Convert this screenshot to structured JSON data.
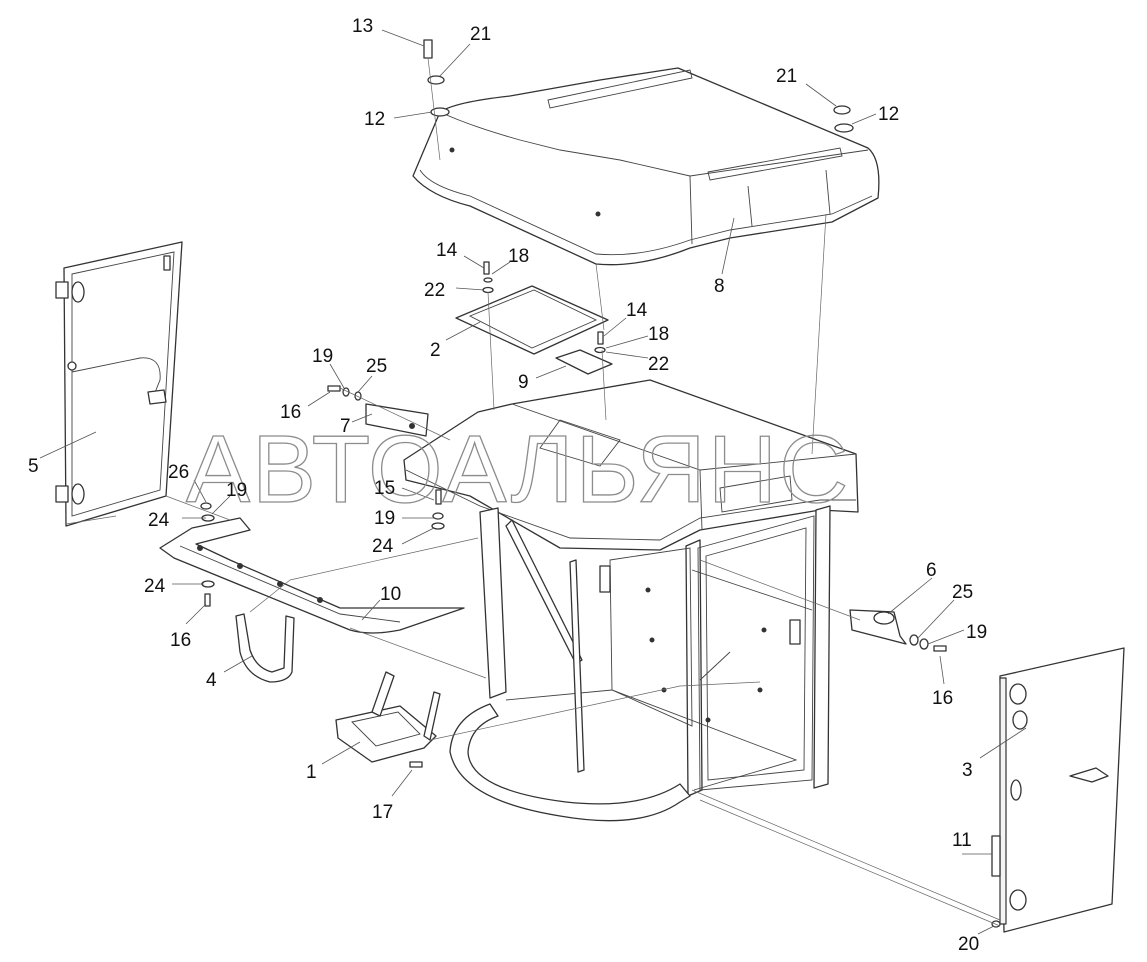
{
  "watermark": "АВТОАЛЬЯНС",
  "callouts": {
    "c1": "1",
    "c2": "2",
    "c3": "3",
    "c4": "4",
    "c5": "5",
    "c6": "6",
    "c7": "7",
    "c8": "8",
    "c9": "9",
    "c10": "10",
    "c11": "11",
    "c12a": "12",
    "c12b": "12",
    "c13": "13",
    "c14a": "14",
    "c14b": "14",
    "c15": "15",
    "c16a": "16",
    "c16b": "16",
    "c16c": "16",
    "c17": "17",
    "c18a": "18",
    "c18b": "18",
    "c19a": "19",
    "c19b": "19",
    "c19c": "19",
    "c19d": "19",
    "c20": "20",
    "c21a": "21",
    "c21b": "21",
    "c22a": "22",
    "c22b": "22",
    "c24a": "24",
    "c24b": "24",
    "c24c": "24",
    "c25a": "25",
    "c25b": "25",
    "c26": "26"
  },
  "icons": {
    "door_left": "door-panel-icon",
    "door_right": "door-panel-icon",
    "roof": "cab-roof-icon"
  }
}
